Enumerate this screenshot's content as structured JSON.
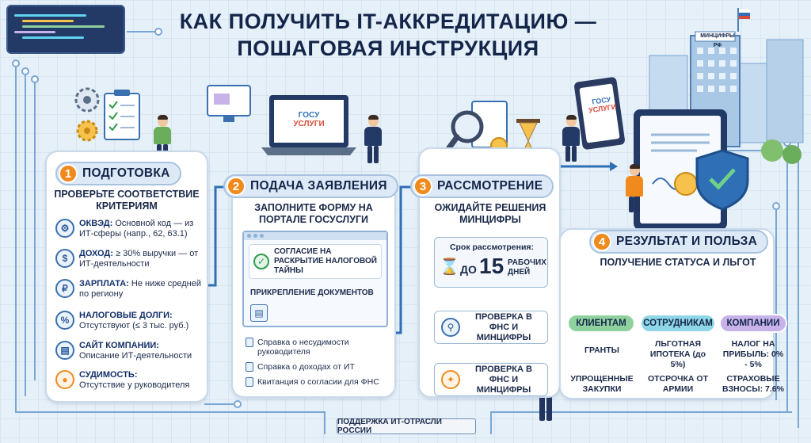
{
  "title": {
    "line1": "КАК ПОЛУЧИТЬ IT-АККРЕДИТАЦИЮ —",
    "line2": "ПОШАГОВАЯ ИНСТРУКЦИЯ"
  },
  "building_sign": "МИНЦИФРЫ РФ",
  "gosuslugi_logo": {
    "line1": "ГОСУ",
    "line2": "УСЛУГИ"
  },
  "steps": {
    "prep": {
      "number": "1",
      "title": "ПОДГОТОВКА",
      "subtitle": "ПРОВЕРЬТЕ СООТВЕТСТВИЕ КРИТЕРИЯМ",
      "criteria": [
        {
          "label": "ОКВЭД:",
          "text": "Основной код — из ИТ-сферы (напр., 62, 63.1)",
          "icon": "gear-icon"
        },
        {
          "label": "ДОХОД:",
          "text": "≥ 30% выручки — от ИТ-деятельности",
          "icon": "money-icon"
        },
        {
          "label": "ЗАРПЛАТА:",
          "text": "Не ниже средней по региону",
          "icon": "wallet-icon"
        },
        {
          "label": "НАЛОГОВЫЕ ДОЛГИ:",
          "text": "Отсутствуют (≤ 3 тыс. руб.)",
          "icon": "tax-icon"
        },
        {
          "label": "САЙТ КОМПАНИИ:",
          "text": "Описание ИТ-деятельности",
          "icon": "website-icon"
        },
        {
          "label": "СУДИМОСТЬ:",
          "text": "Отсутствие у руководителя",
          "icon": "person-icon"
        }
      ]
    },
    "apply": {
      "number": "2",
      "title": "ПОДАЧА ЗАЯВЛЕНИЯ",
      "subtitle": "ЗАПОЛНИТЕ ФОРМУ НА ПОРТАЛЕ ГОСУСЛУГИ",
      "form_consent": "СОГЛАСИЕ НА РАСКРЫТИЕ НАЛОГОВОЙ ТАЙНЫ",
      "form_attach": "ПРИКРЕПЛЕНИЕ ДОКУМЕНТОВ",
      "documents": [
        "Справка о несудимости руководителя",
        "Справка о доходах от ИТ",
        "Квитанция о согласии для ФНС"
      ]
    },
    "review": {
      "number": "3",
      "title": "РАССМОТРЕНИЕ",
      "subtitle": "ОЖИДАЙТЕ РЕШЕНИЯ МИНЦИФРЫ",
      "term_label": "Срок рассмотрения:",
      "term_prefix": "ДО",
      "term_days": "15",
      "term_unit": "РАБОЧИХ ДНЕЙ",
      "check_1": "ПРОВЕРКА В ФНС И МИНЦИФРЫ",
      "check_2": "ПРОВЕРКА В ФНС И МИНЦИФРЫ"
    },
    "result": {
      "number": "4",
      "title": "РЕЗУЛЬТАТ И ПОЛЬЗА",
      "subtitle": "ПОЛУЧЕНИЕ СТАТУСА И ЛЬГОТ",
      "columns": [
        {
          "label": "КЛИЕНТАМ",
          "color": "#8fd19e",
          "items": [
            "ГРАНТЫ",
            "УПРОЩЕННЫЕ ЗАКУПКИ"
          ]
        },
        {
          "label": "СОТРУДНИКАМ",
          "color": "#8fd6e6",
          "items": [
            "ЛЬГОТНАЯ ИПОТЕКА (до 5%)",
            "ОТСРОЧКА ОТ АРМИИ"
          ]
        },
        {
          "label": "КОМПАНИИ",
          "color": "#c7b3ea",
          "items": [
            "НАЛОГ НА ПРИБЫЛЬ: 0% - 5%",
            "СТРАХОВЫЕ ВЗНОСЫ: 7.6%"
          ]
        }
      ]
    }
  },
  "footer": "ПОДДЕРЖКА ИТ-ОТРАСЛИ РОССИИ",
  "colors": {
    "accent_orange": "#f08a1c",
    "navy": "#14254a",
    "wire": "#7aa6d4"
  }
}
